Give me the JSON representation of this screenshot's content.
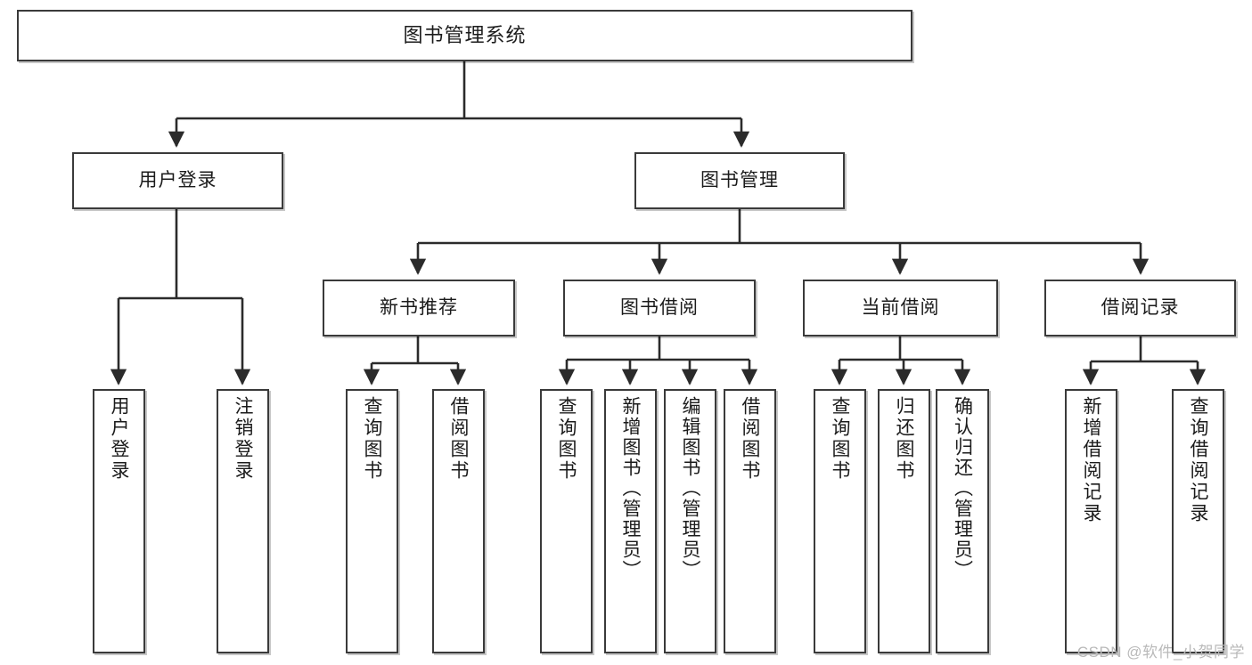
{
  "diagram": {
    "title": "图书管理系统",
    "type": "tree",
    "root": {
      "label": "图书管理系统"
    },
    "level2": [
      {
        "label": "用户登录"
      },
      {
        "label": "图书管理"
      }
    ],
    "level3": [
      {
        "label": "新书推荐"
      },
      {
        "label": "图书借阅"
      },
      {
        "label": "当前借阅"
      },
      {
        "label": "借阅记录"
      }
    ],
    "leaves": {
      "user_login": [
        {
          "label": "用户登录"
        },
        {
          "label": "注销登录"
        }
      ],
      "new_book_recommend": [
        {
          "label": "查询图书"
        },
        {
          "label": "借阅图书"
        }
      ],
      "book_borrow": [
        {
          "label": "查询图书"
        },
        {
          "label": "新增图书（管理员）"
        },
        {
          "label": "编辑图书（管理员）"
        },
        {
          "label": "借阅图书"
        }
      ],
      "current_borrow": [
        {
          "label": "查询图书"
        },
        {
          "label": "归还图书"
        },
        {
          "label": "确认归还（管理员）"
        }
      ],
      "borrow_record": [
        {
          "label": "新增借阅记录"
        },
        {
          "label": "查询借阅记录"
        }
      ]
    }
  },
  "watermark": {
    "text": "CSDN @软件_小贺同学"
  },
  "colors": {
    "border": "#3a3a3a",
    "background": "#ffffff",
    "text": "#1b1b1b",
    "watermark": "#b9b9b9"
  }
}
